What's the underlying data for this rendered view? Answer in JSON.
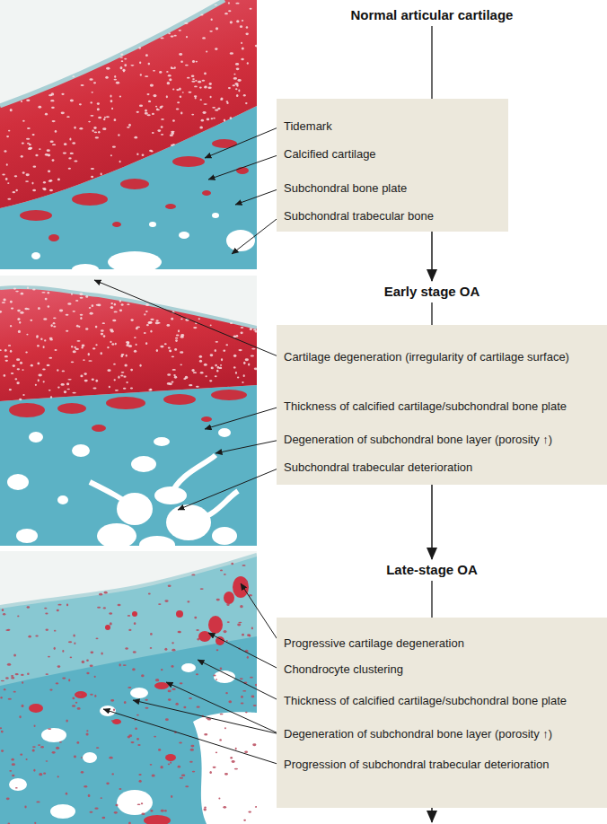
{
  "diagram": {
    "nodes": [
      {
        "text": [
          "Normal articular cartilage",
          "Tidemark",
          "Calcified cartilage",
          "Subchondral bone plate",
          "Subchondral trabecular bone"
        ]
      },
      {
        "text": [
          "Early stage OA",
          "Cartilage degeneration (irregularity of cartilage surface)",
          "Thickness of calcified cartilage/subchondral bone plate",
          "Degeneration of subchondral bone layer (porosity ↑)",
          "Subchondral trabecular deterioration"
        ]
      },
      {
        "text": [
          "Late-stage OA",
          "Progressive cartilage degeneration",
          "Chondrocyte clustering",
          "Thickness of calcified cartilage/subchondral bone plate",
          "Degeneration of subchondral bone layer (porosity ↑)",
          "Progression of subchondral trabecular deterioration"
        ]
      }
    ],
    "edges": [
      {
        "from": 0,
        "to": 1,
        "arrow": "to"
      },
      {
        "from": 1,
        "to": 2,
        "arrow": "to"
      }
    ]
  }
}
